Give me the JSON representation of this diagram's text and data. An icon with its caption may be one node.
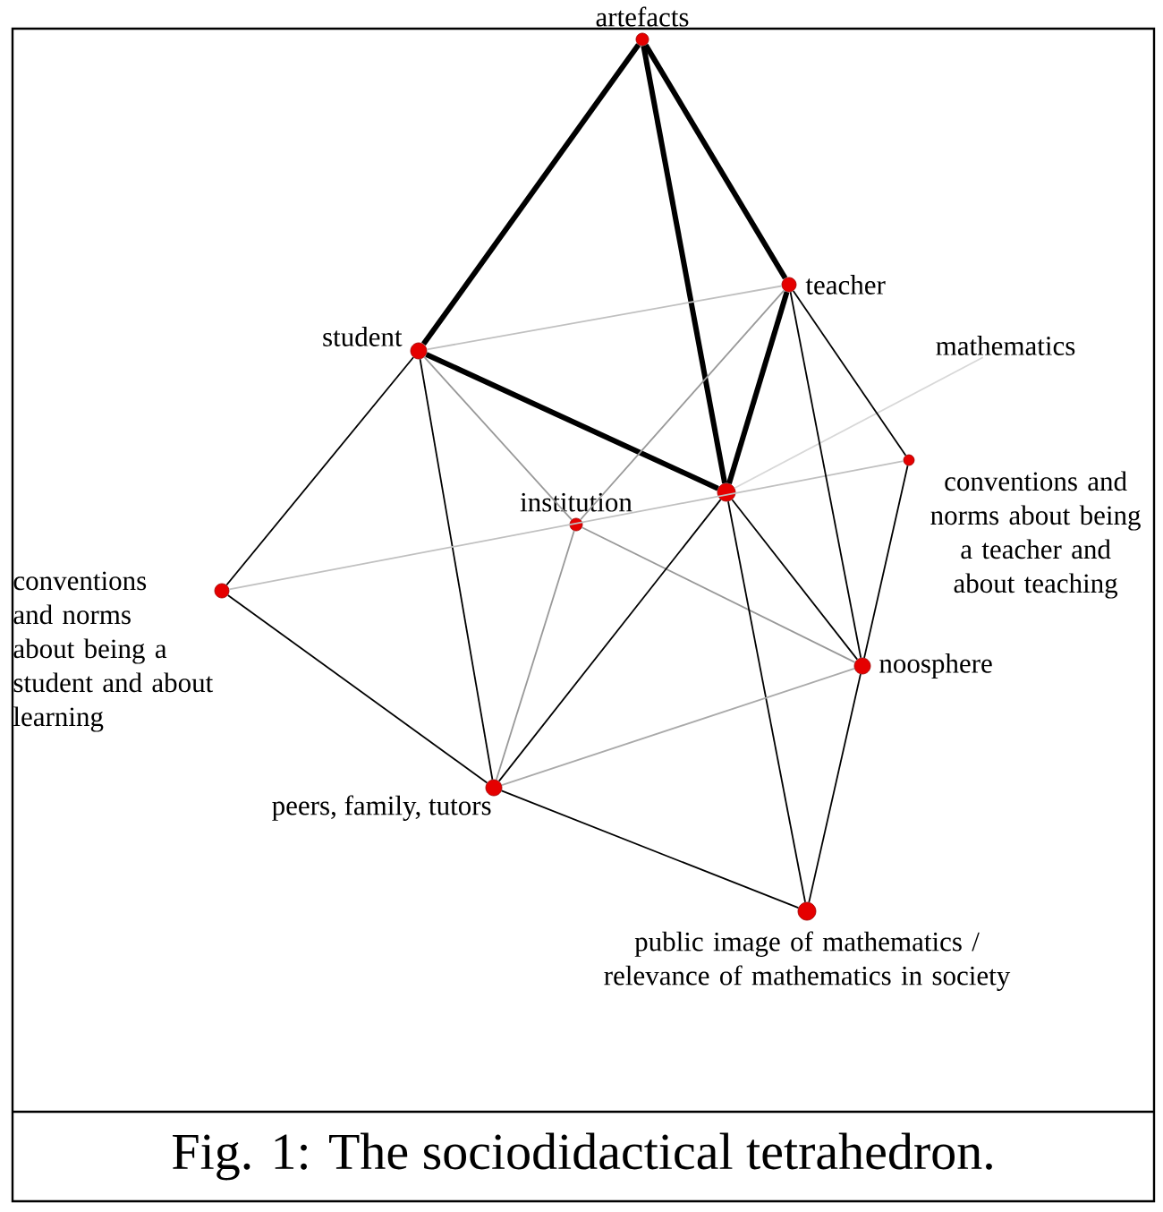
{
  "diagram": {
    "caption": "Fig. 1: The sociodidactical tetrahedron.",
    "nodes": [
      {
        "text": [
          "artefacts"
        ]
      },
      {
        "text": [
          "teacher"
        ]
      },
      {
        "text": [
          "student"
        ]
      },
      {
        "text": [
          "mathematics"
        ]
      },
      {
        "text": [],
        "shape": "circle"
      },
      {
        "text": [
          "conventions and norms about being a teacher and about teaching"
        ]
      },
      {
        "text": [
          "institution"
        ]
      },
      {
        "text": [
          "conventions and norms about being a student and about learning"
        ]
      },
      {
        "text": [
          "noosphere"
        ]
      },
      {
        "text": [
          "peers, family, tutors"
        ]
      },
      {
        "text": [
          "public image of mathematics / relevance of mathematics in society"
        ]
      }
    ],
    "edges": [
      {
        "from": 0,
        "to": 2,
        "arrow": "none",
        "style": "thick"
      },
      {
        "from": 0,
        "to": 1,
        "arrow": "none",
        "style": "thick"
      },
      {
        "from": 0,
        "to": 4,
        "arrow": "none",
        "style": "thick"
      },
      {
        "from": 1,
        "to": 4,
        "arrow": "none",
        "style": "thick"
      },
      {
        "from": 2,
        "to": 4,
        "arrow": "none",
        "style": "thick"
      },
      {
        "from": 2,
        "to": 1,
        "arrow": "none",
        "color": "#c0c0c0"
      },
      {
        "from": 2,
        "to": 7,
        "arrow": "none"
      },
      {
        "from": 2,
        "to": 9,
        "arrow": "none"
      },
      {
        "from": 2,
        "to": 6,
        "arrow": "none",
        "color": "#999999"
      },
      {
        "from": 1,
        "to": 6,
        "arrow": "none",
        "color": "#999999"
      },
      {
        "from": 6,
        "to": 8,
        "arrow": "none",
        "color": "#999999"
      },
      {
        "from": 6,
        "to": 9,
        "arrow": "none",
        "color": "#999999"
      },
      {
        "from": 7,
        "to": 5,
        "arrow": "none",
        "color": "#c0c0c0"
      },
      {
        "from": 3,
        "to": 4,
        "arrow": "none",
        "color": "#d8d8d8"
      },
      {
        "from": 1,
        "to": 5,
        "arrow": "none"
      },
      {
        "from": 1,
        "to": 8,
        "arrow": "none"
      },
      {
        "from": 5,
        "to": 8,
        "arrow": "none"
      },
      {
        "from": 4,
        "to": 9,
        "arrow": "none"
      },
      {
        "from": 4,
        "to": 8,
        "arrow": "none"
      },
      {
        "from": 4,
        "to": 10,
        "arrow": "none"
      },
      {
        "from": 8,
        "to": 10,
        "arrow": "none"
      },
      {
        "from": 9,
        "to": 8,
        "arrow": "none",
        "color": "#aaaaaa"
      },
      {
        "from": 9,
        "to": 10,
        "arrow": "none"
      },
      {
        "from": 7,
        "to": 9,
        "arrow": "none"
      }
    ]
  }
}
